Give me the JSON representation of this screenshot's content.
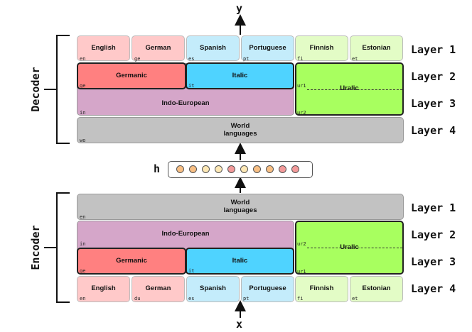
{
  "colors": {
    "english": "#ffc9c9",
    "german": "#ffc9c9",
    "spanish": "#c4ecfb",
    "portuguese": "#c4ecfb",
    "finnish": "#e3fcc6",
    "estonian": "#e3fcc6",
    "germanic": "#ff8080",
    "italic": "#4fd3ff",
    "uralic": "#a8ff5f",
    "indo_european": "#d5a6c9",
    "world": "#c2c2c2",
    "dots": [
      "#f8bf84",
      "#f8bf84",
      "#fde8b5",
      "#fde8b5",
      "#f39a9a",
      "#fde8b5",
      "#f8bf84",
      "#f8bf84",
      "#f39a9a",
      "#f39a9a"
    ]
  },
  "labels": {
    "y": "y",
    "x": "x",
    "h": "h",
    "decoder": "Decoder",
    "encoder": "Encoder"
  },
  "decoder": {
    "langs": {
      "english": {
        "name": "English",
        "code": "en"
      },
      "german": {
        "name": "German",
        "code": "ge"
      },
      "spanish": {
        "name": "Spanish",
        "code": "es"
      },
      "portuguese": {
        "name": "Portuguese",
        "code": "pt"
      },
      "finnish": {
        "name": "Finnish",
        "code": "fi"
      },
      "estonian": {
        "name": "Estonian",
        "code": "et"
      }
    },
    "germanic": {
      "name": "Germanic",
      "code": "ge"
    },
    "italic": {
      "name": "Italic",
      "code": "it"
    },
    "uralic": {
      "name": "Uralic",
      "code1": "ur1",
      "code2": "ur2"
    },
    "indo_european": {
      "name": "Indo-European",
      "code": "in"
    },
    "world": {
      "line1": "World",
      "line2": "languages",
      "code": "wo"
    },
    "layers": [
      "Layer 1",
      "Layer 2",
      "Layer 3",
      "Layer 4"
    ]
  },
  "encoder": {
    "world": {
      "line1": "World",
      "line2": "languages",
      "code": "en"
    },
    "indo_european": {
      "name": "Indo-European",
      "code": "in"
    },
    "uralic": {
      "name": "Uralic",
      "code1": "ur2",
      "code2": "ur1"
    },
    "germanic": {
      "name": "Germanic",
      "code": "ge"
    },
    "italic": {
      "name": "Italic",
      "code": "it"
    },
    "langs": {
      "english": {
        "name": "English",
        "code": "en"
      },
      "german": {
        "name": "German",
        "code": "du"
      },
      "spanish": {
        "name": "Spanish",
        "code": "es"
      },
      "portuguese": {
        "name": "Portuguese",
        "code": "pt"
      },
      "finnish": {
        "name": "Finnish",
        "code": "fi"
      },
      "estonian": {
        "name": "Estonian",
        "code": "et"
      }
    },
    "layers": [
      "Layer 1",
      "Layer 2",
      "Layer 3",
      "Layer 4"
    ]
  }
}
